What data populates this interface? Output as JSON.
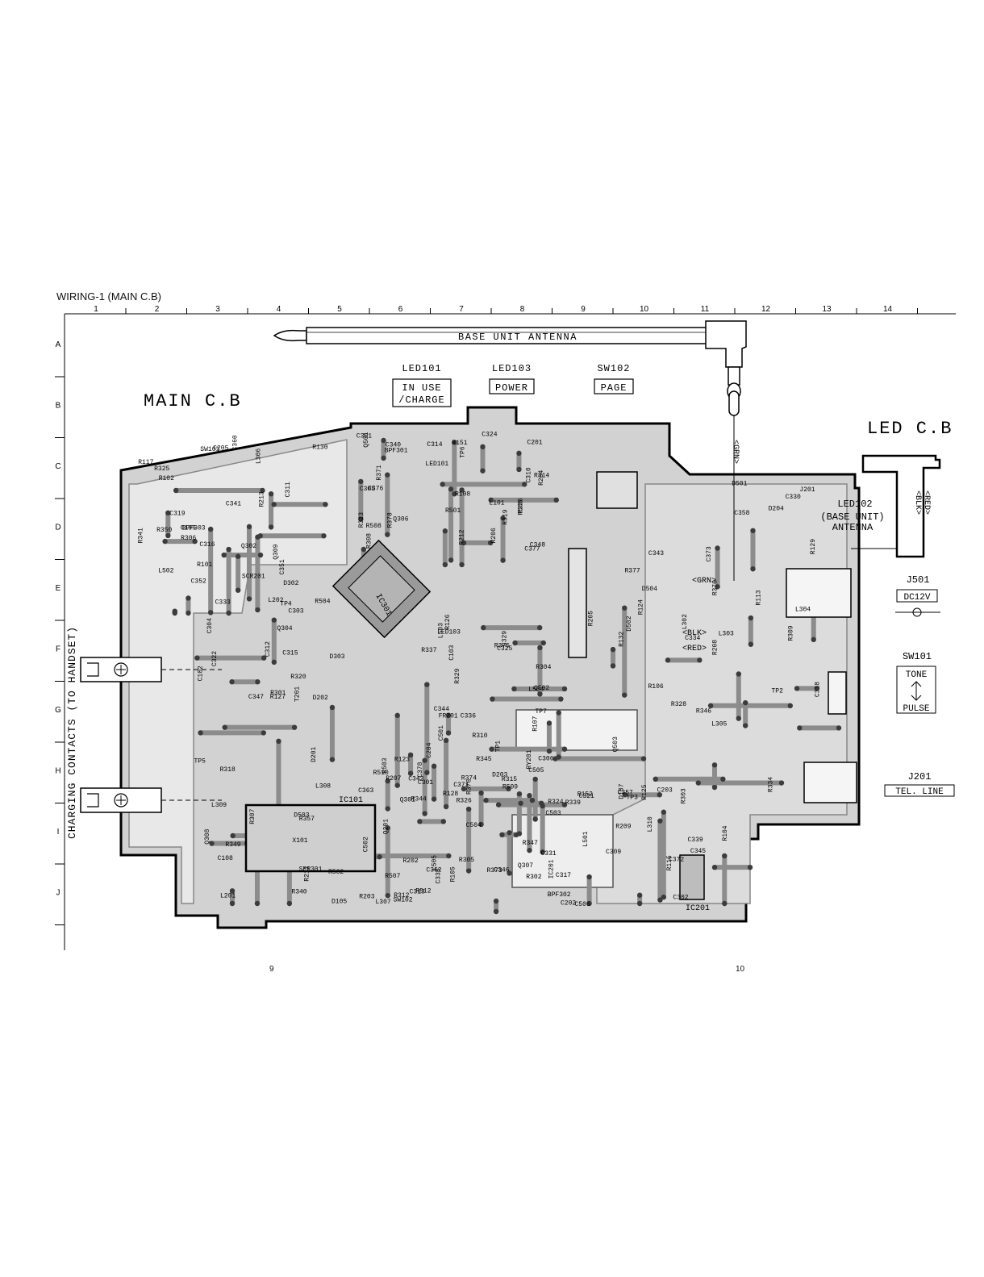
{
  "title": "WIRING-1 (MAIN C.B)",
  "columns": [
    "1",
    "2",
    "3",
    "4",
    "5",
    "6",
    "7",
    "8",
    "9",
    "10",
    "11",
    "12",
    "13",
    "14"
  ],
  "rows": [
    "A",
    "B",
    "C",
    "D",
    "E",
    "F",
    "G",
    "H",
    "I",
    "J"
  ],
  "page_numbers": [
    "9",
    "10"
  ],
  "board": {
    "main_title": "MAIN C.B",
    "led_board_title": "LED C.B",
    "antenna_label": "BASE UNIT ANTENNA",
    "side_label": "CHARGING CONTACTS (TO HANDSET)"
  },
  "indicators": [
    {
      "ref": "LED101",
      "lines": [
        "IN USE",
        "/CHARGE"
      ]
    },
    {
      "ref": "LED103",
      "lines": [
        "POWER"
      ]
    },
    {
      "ref": "SW102",
      "lines": [
        "PAGE"
      ]
    }
  ],
  "right_panel": {
    "led102": {
      "ref": "LED102",
      "lines": [
        "(BASE UNIT)",
        "ANTENNA"
      ]
    },
    "j501": {
      "ref": "J501",
      "value": "DC12V"
    },
    "sw101": {
      "ref": "SW101",
      "top": "TONE",
      "bottom": "PULSE"
    },
    "j201": {
      "ref": "J201",
      "value": "TEL. LINE"
    }
  },
  "wire_labels": [
    "<GRN>",
    "<GRN>",
    "<BLK>",
    "<RED>",
    "<BLK>",
    "<RED>"
  ],
  "ic_labels": [
    "IC301",
    "IC101",
    "IC201"
  ],
  "components": [
    "R350",
    "R349",
    "Q306",
    "R345",
    "R344",
    "R346",
    "R347",
    "C360",
    "R307",
    "R308",
    "R304",
    "C313",
    "L304",
    "R303",
    "Q302",
    "C315",
    "C314",
    "R126",
    "R128",
    "R129",
    "L310",
    "R325",
    "SFR301",
    "C361",
    "R326",
    "C363",
    "C358",
    "C357",
    "R341",
    "R340",
    "R336",
    "R337",
    "C362",
    "R334",
    "R339",
    "C352",
    "C347",
    "C348",
    "R329",
    "C346",
    "R328",
    "C345",
    "C351",
    "R357",
    "R323",
    "C344",
    "C342",
    "C343",
    "R324",
    "C341",
    "R320",
    "C340",
    "C336",
    "C335",
    "C334",
    "BPF302",
    "BPF303",
    "L309",
    "R378",
    "L504",
    "L505",
    "R113",
    "R115",
    "R117",
    "D105",
    "R508",
    "R509",
    "R507",
    "Q503",
    "C339",
    "L306",
    "C322",
    "C324",
    "C325",
    "R512",
    "L305",
    "C321",
    "C319",
    "Q304",
    "R314",
    "R315",
    "L307",
    "C330",
    "C331",
    "C333",
    "R318",
    "R319",
    "C329",
    "R312",
    "C318",
    "C317",
    "C316",
    "L308",
    "BPF301",
    "TP1",
    "R305",
    "R309",
    "C309",
    "C311",
    "C312",
    "C310",
    "R310",
    "C301",
    "L302",
    "C302",
    "C303",
    "C304",
    "C305",
    "C306",
    "Q301",
    "L303",
    "R302",
    "R306",
    "R301",
    "LED101",
    "LED103",
    "SW102",
    "D502",
    "C506",
    "R504",
    "D503",
    "R505",
    "Q502",
    "R503",
    "D504",
    "L501",
    "R130",
    "R127",
    "R501",
    "C501",
    "C502",
    "D501",
    "C503",
    "L502",
    "R502",
    "Q501",
    "C505",
    "C504",
    "R124",
    "R125",
    "SW101",
    "D201",
    "R212",
    "RY201",
    "Q201",
    "R205",
    "C203",
    "SCR201",
    "L201",
    "C201",
    "FR201",
    "R202",
    "J201",
    "C202",
    "L202",
    "D202",
    "R204",
    "D203",
    "R203",
    "D204",
    "IC201",
    "R213",
    "T201",
    "R206",
    "C204",
    "R207",
    "R208",
    "R209",
    "C205",
    "R211",
    "C376",
    "R375",
    "R376",
    "R377",
    "Q307",
    "D302",
    "D303",
    "C377",
    "C378",
    "R374",
    "C373",
    "C372",
    "Q309",
    "Q308",
    "R371",
    "C371",
    "R373",
    "R370",
    "D107",
    "C105",
    "C108",
    "L101",
    "C103",
    "R123",
    "R132",
    "R152",
    "R102",
    "C102",
    "R108",
    "R107",
    "R105",
    "R106",
    "R104",
    "R101",
    "X101",
    "R151",
    "L503",
    "R510",
    "TP2",
    "TP3",
    "TP4",
    "TP5",
    "TP6",
    "TP7"
  ]
}
